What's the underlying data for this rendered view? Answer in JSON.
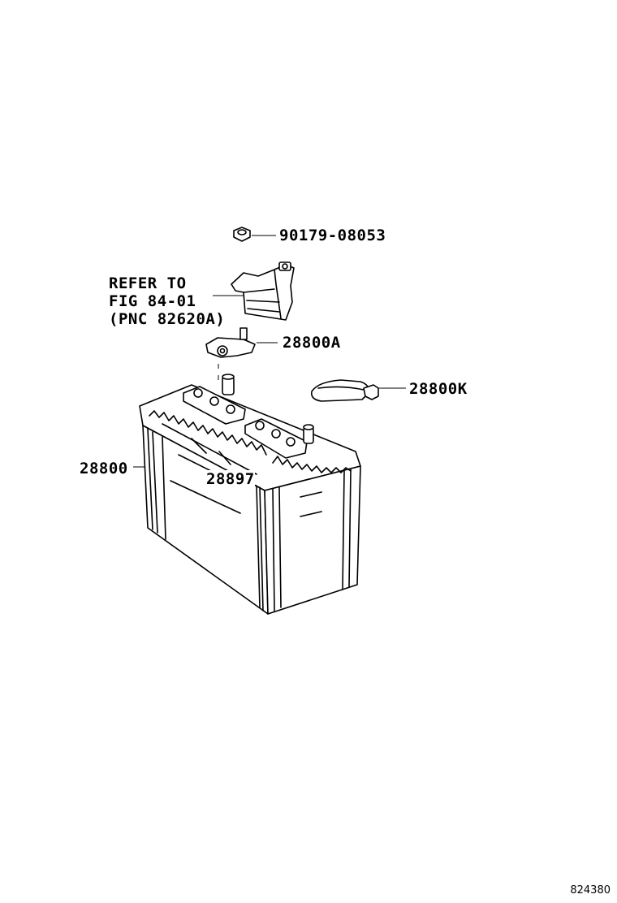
{
  "diagram": {
    "labels": {
      "part_nut": "90179-08053",
      "refer_line1": "REFER TO",
      "refer_line2": "FIG 84-01",
      "refer_line3": "(PNC 82620A)",
      "part_clamp": "28800A",
      "part_cover": "28800K",
      "part_battery": "28800",
      "part_plug": "28897"
    },
    "figure_number": "824380"
  }
}
